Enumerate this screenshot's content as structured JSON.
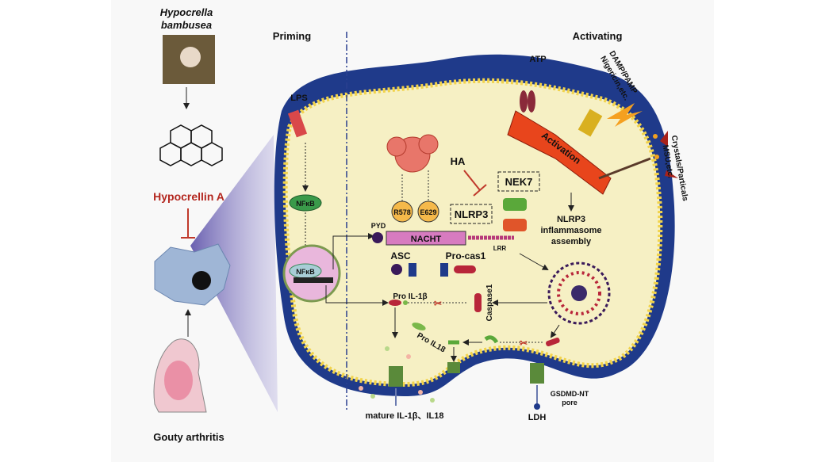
{
  "labels": {
    "species": [
      "Hypocrella",
      "bambusea"
    ],
    "compound": "Hypocrellin A",
    "disease": "Gouty arthritis",
    "priming": "Priming",
    "activating": "Activating",
    "lps": "LPS",
    "nfkb_cyto": "NFκB",
    "nfkb_nucleus": "NFκB",
    "atp": "ATP",
    "damp": [
      "DAMP/PAMP",
      "Nigericin,etc."
    ],
    "crystals": [
      "Crystals/Particals",
      "MSU,etc."
    ],
    "activation": "Activation",
    "ha": "HA",
    "nek7": "NEK7",
    "nlrp3": "NLRP3",
    "assembly": [
      "NLRP3",
      "inflammasome",
      "assembly"
    ],
    "r578": "R578",
    "e629": "E629",
    "pyd": "PYD",
    "nacht": "NACHT",
    "lrr": "LRR",
    "asc": "ASC",
    "procas1": "Pro-cas1",
    "pro_il1b": "Pro IL-1β",
    "pro_il18": "Pro IL18",
    "caspase1": "Caspase1",
    "gsdmd": [
      "GSDMD-NT",
      "pore"
    ],
    "ldh": "LDH",
    "mature": "mature IL-1β、IL18"
  },
  "colors": {
    "membrane_blue": "#1f3a8a",
    "cytoplasm": "#f6f0c4",
    "inhibit_red": "#c0392b",
    "activation_orange": "#e8451c",
    "nacht_pink": "#d77bc0",
    "residue_orange": "#f5b94a"
  }
}
